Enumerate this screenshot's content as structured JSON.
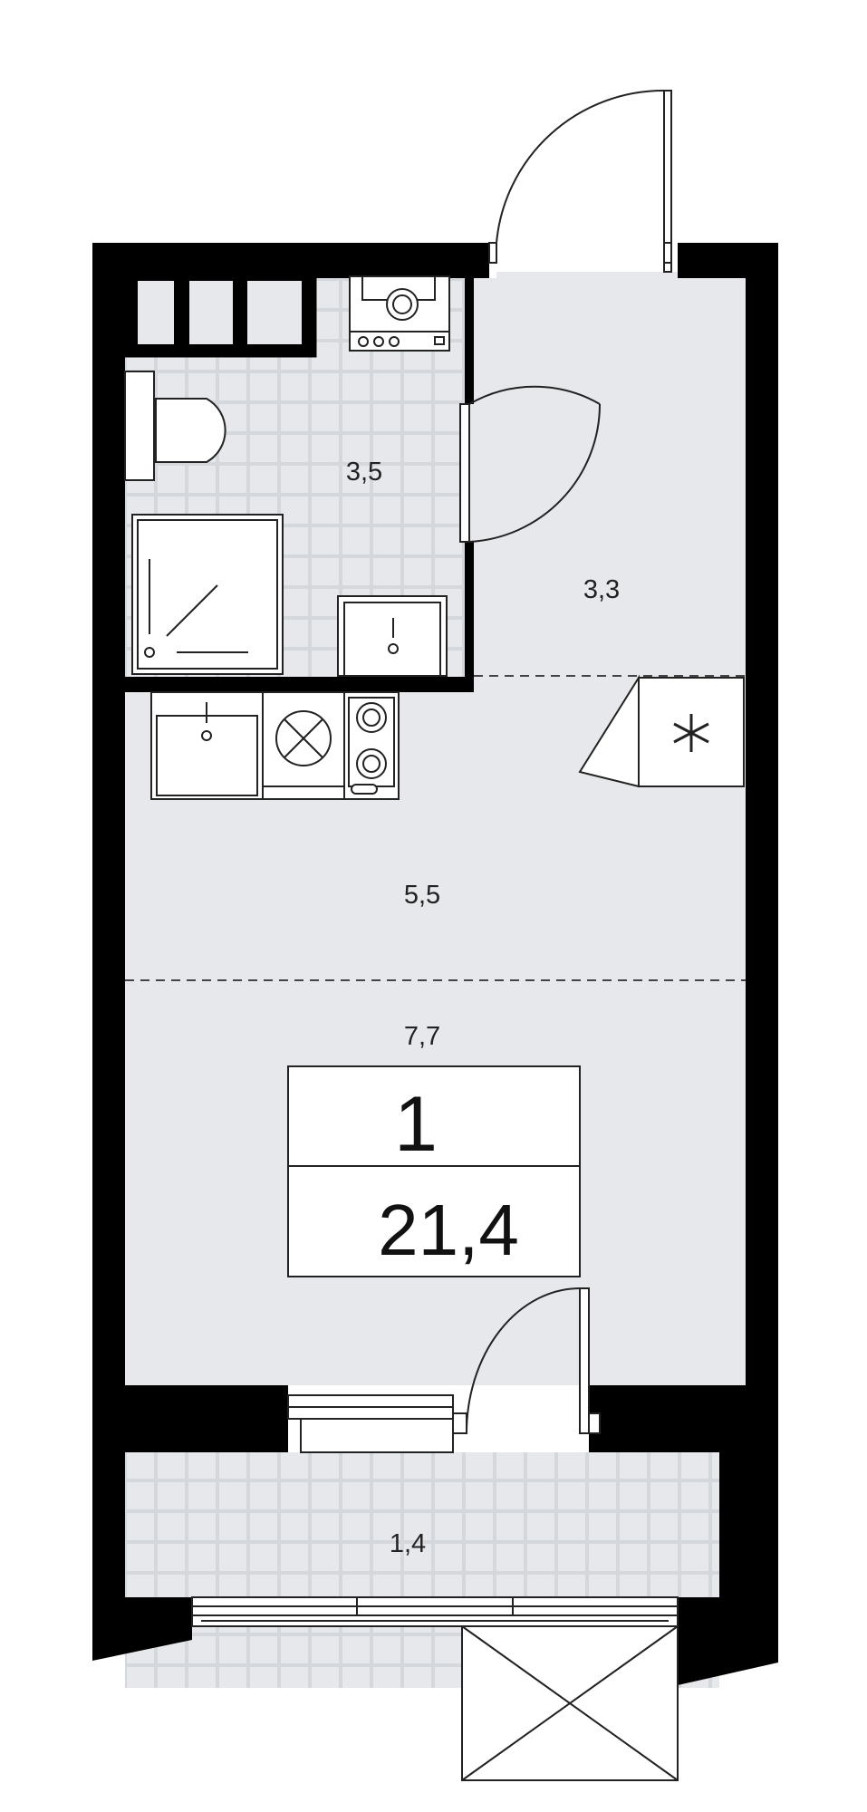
{
  "plan": {
    "rooms_count": "1",
    "total_area": "21,4",
    "areas": {
      "bathroom": "3,5",
      "hallway": "3,3",
      "kitchen": "5,5",
      "living": "7,7",
      "balcony": "1,4"
    }
  },
  "colors": {
    "wall": "#000000",
    "floor": "#e6e8eb",
    "tile_grid": "#d3d6da",
    "line": "#222222",
    "background": "#ffffff"
  },
  "icons": [
    "toilet-icon",
    "shower-tray-icon",
    "washbasin-icon",
    "washing-machine-icon",
    "kitchen-sink-icon",
    "oven-icon",
    "cooktop-icon",
    "fan-coil-icon",
    "door-swing-icon",
    "window-icon"
  ]
}
